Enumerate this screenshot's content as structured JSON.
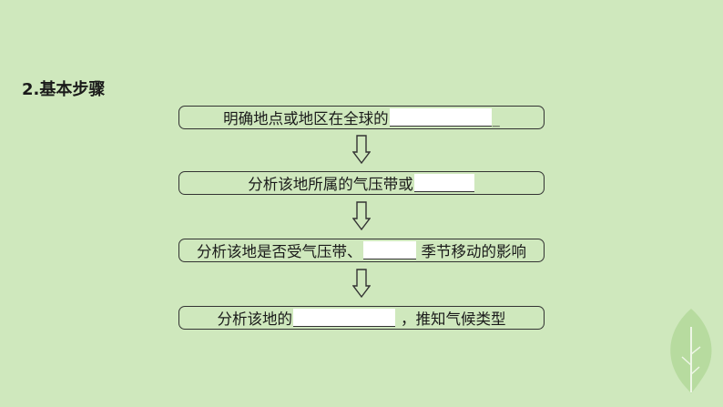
{
  "heading": "2.基本步骤",
  "steps": [
    {
      "before": "明确地点或地区在全球的",
      "after": ""
    },
    {
      "before": "分析该地所属的气压带或",
      "after": ""
    },
    {
      "before": "分析该地是否受气压带、",
      "after": "季节移动的影响"
    },
    {
      "before": "分析该地的",
      "after": "，推知气候类型"
    }
  ],
  "icons": {
    "arrow": "down-outline-arrow-icon",
    "leaf": "leaf-icon"
  },
  "colors": {
    "background": "#cfe8bd",
    "blank": "#ffffff",
    "border": "#333333",
    "leaf": "#b3d89a"
  }
}
